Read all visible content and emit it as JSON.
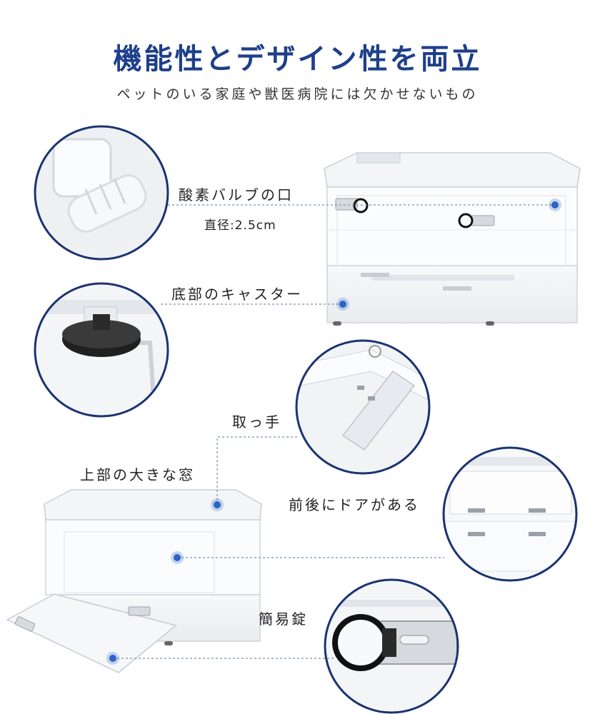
{
  "header": {
    "title": "機能性とデザイン性を両立",
    "subtitle": "ペットのいる家庭や獣医病院には欠かせないもの"
  },
  "callouts": {
    "oxygen_valve": "酸素バルブの口",
    "diameter": "直径:2.5cm",
    "casters": "底部のキャスター",
    "handle": "取っ手",
    "top_window": "上部の大きな窓",
    "doors": "前後にドアがある",
    "lock": "簡易錠"
  },
  "colors": {
    "title": "#1e3f8a",
    "circle_border": "#1b3370",
    "dot": "#2a64c5",
    "leader_line": "#7a8fb8"
  }
}
